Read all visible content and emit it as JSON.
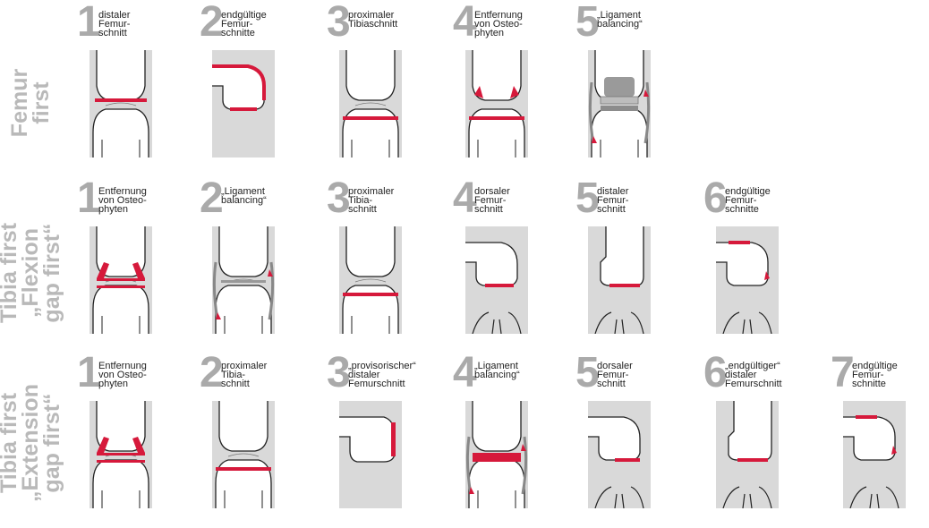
{
  "rows": [
    {
      "label_lines": [
        "Femur",
        "first"
      ],
      "steps": [
        {
          "num": "1",
          "label": "distaler\nFemur-\nschnitt",
          "diagram": "distal-cut"
        },
        {
          "num": "2",
          "label": "endgültige\nFemur-\nschnitte",
          "diagram": "femur-final"
        },
        {
          "num": "3",
          "label": "proximaler\nTibiaschnitt",
          "diagram": "tibia-cut"
        },
        {
          "num": "4",
          "label": "Entfernung\nvon Osteo-\nphyten",
          "diagram": "osteophytes"
        },
        {
          "num": "5",
          "label": "„Ligament\nbalancing“",
          "diagram": "balancing-implant"
        }
      ]
    },
    {
      "label_lines": [
        "Tibia first",
        "„Flexion",
        "gap first“"
      ],
      "steps": [
        {
          "num": "1",
          "label": "Entfernung\nvon Osteo-\nphyten",
          "diagram": "osteophytes-full"
        },
        {
          "num": "2",
          "label": "„Ligament\nbalancing“",
          "diagram": "balancing"
        },
        {
          "num": "3",
          "label": "proximaler\nTibia-\nschnitt",
          "diagram": "tibia-cut"
        },
        {
          "num": "4",
          "label": "dorsaler\nFemur-\nschnitt",
          "diagram": "femur-dorsal"
        },
        {
          "num": "5",
          "label": "distaler\nFemur-\nschnitt",
          "diagram": "femur-distal-flex"
        },
        {
          "num": "6",
          "label": "endgültige\nFemur-\nschnitte",
          "diagram": "femur-final-flex"
        }
      ]
    },
    {
      "label_lines": [
        "Tibia first",
        "„Extension",
        "gap first“"
      ],
      "steps": [
        {
          "num": "1",
          "label": "Entfernung\nvon Osteo-\nphyten",
          "diagram": "osteophytes-full"
        },
        {
          "num": "2",
          "label": "proximaler\nTibia-\nschnitt",
          "diagram": "tibia-cut"
        },
        {
          "num": "3",
          "label": "„provisorischer“\ndistaler\nFemurschnitt",
          "diagram": "femur-prov"
        },
        {
          "num": "4",
          "label": "„Ligament\nbalancing“",
          "diagram": "balancing-ext"
        },
        {
          "num": "5",
          "label": "dorsaler\nFemur-\nschnitt",
          "diagram": "femur-dorsal-flex"
        },
        {
          "num": "6",
          "label": "„endgültiger“\ndistaler\nFemurschnitt",
          "diagram": "femur-distal-flex"
        },
        {
          "num": "7",
          "label": "endgültige\nFemur-\nschnitte",
          "diagram": "femur-final-flex"
        }
      ]
    }
  ],
  "colors": {
    "cut": "#d6193b",
    "panel": "#d9d9d9",
    "number": "#aaaaaa",
    "row_label": "#b9b9b9",
    "bone_outline": "#222222",
    "implant": "#9a9a9a"
  }
}
